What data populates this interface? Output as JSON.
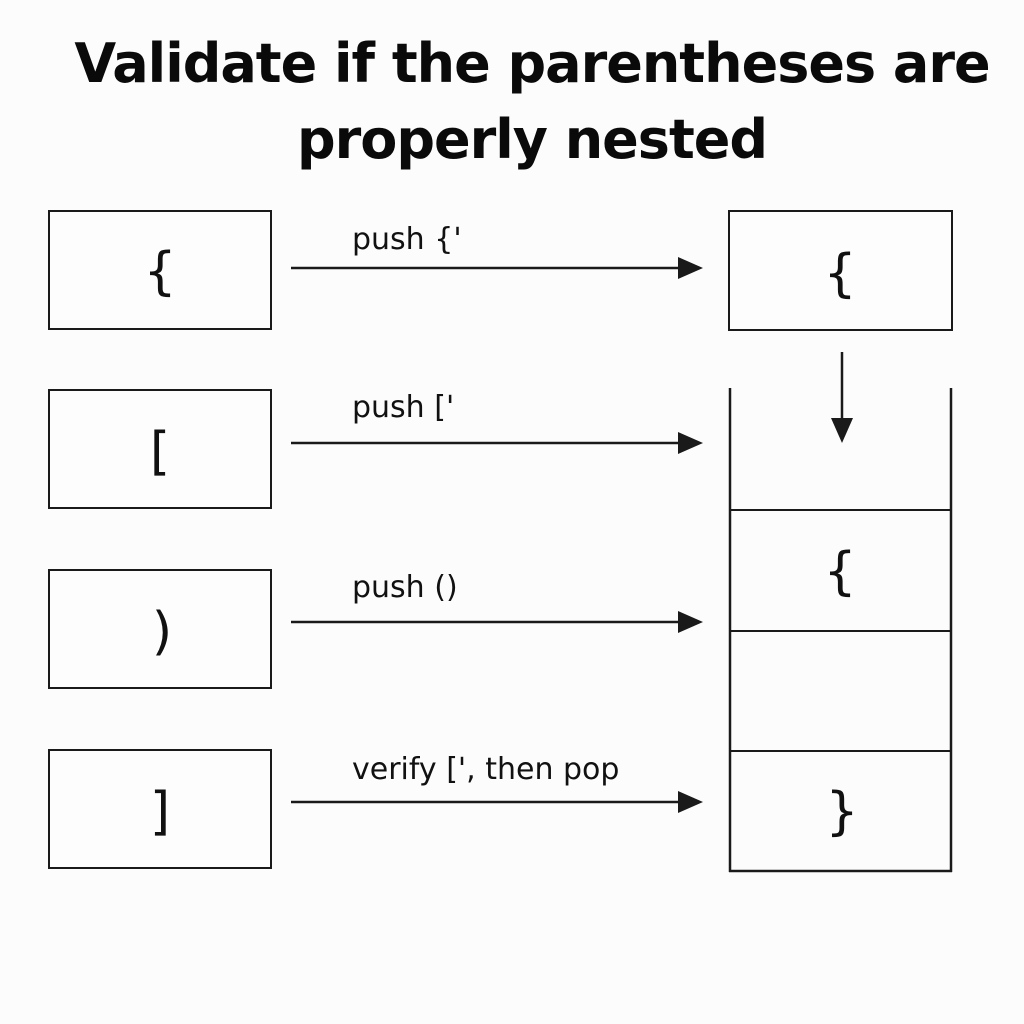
{
  "title": {
    "line1": "Validate if the parentheses are",
    "line2": "properly nested"
  },
  "inputs": [
    {
      "char": "{"
    },
    {
      "char": "["
    },
    {
      "char": ")"
    },
    {
      "char": "]"
    }
  ],
  "steps": [
    {
      "label": "push {'"
    },
    {
      "label": "push ['"
    },
    {
      "label": "push ()"
    },
    {
      "label": "verify [', then pop"
    }
  ],
  "top_box": {
    "char": "{"
  },
  "stack": {
    "cells": [
      {
        "char": ""
      },
      {
        "char": "{"
      },
      {
        "char": ""
      },
      {
        "char": "}"
      }
    ]
  },
  "colors": {
    "stroke": "#1a1a1a",
    "text": "#111111",
    "background": "#fcfcfc"
  }
}
